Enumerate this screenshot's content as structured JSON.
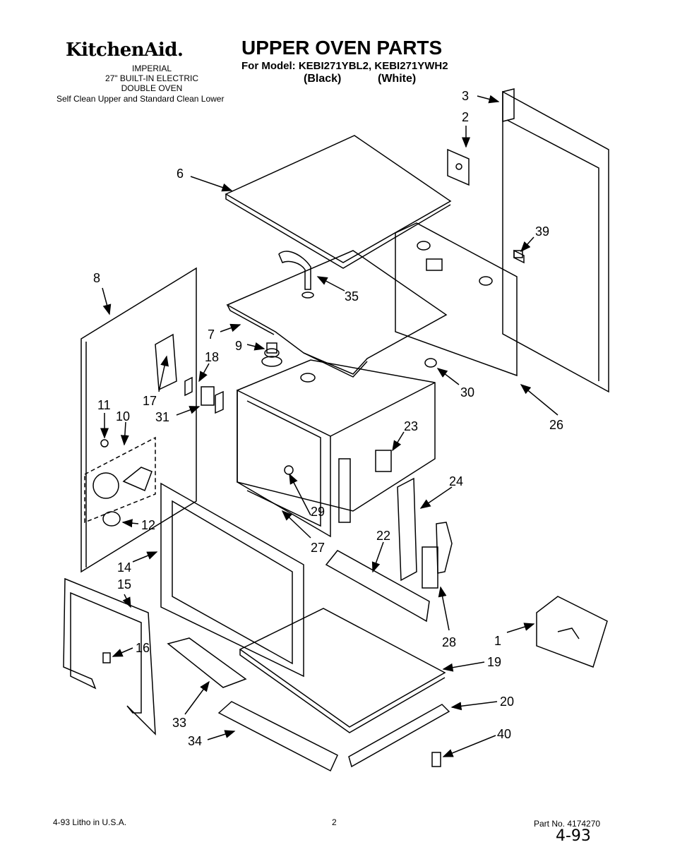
{
  "header": {
    "brand": "KitchenAid.",
    "title": "UPPER OVEN PARTS",
    "model_line": "For Model: KEBI271YBL2,  KEBI271YWH2",
    "model_black": "(Black)",
    "model_white": "(White)",
    "sub1": "IMPERIAL",
    "sub2": "27\" BUILT-IN ELECTRIC",
    "sub3": "DOUBLE OVEN",
    "sub4": "Self Clean Upper and Standard Clean Lower"
  },
  "callouts": [
    {
      "id": "c1",
      "label": "1"
    },
    {
      "id": "c2",
      "label": "2"
    },
    {
      "id": "c3",
      "label": "3"
    },
    {
      "id": "c6",
      "label": "6"
    },
    {
      "id": "c7",
      "label": "7"
    },
    {
      "id": "c8",
      "label": "8"
    },
    {
      "id": "c9",
      "label": "9"
    },
    {
      "id": "c10",
      "label": "10"
    },
    {
      "id": "c11",
      "label": "11"
    },
    {
      "id": "c12",
      "label": "12"
    },
    {
      "id": "c14",
      "label": "14"
    },
    {
      "id": "c15",
      "label": "15"
    },
    {
      "id": "c16",
      "label": "16"
    },
    {
      "id": "c17",
      "label": "17"
    },
    {
      "id": "c18",
      "label": "18"
    },
    {
      "id": "c19",
      "label": "19"
    },
    {
      "id": "c20",
      "label": "20"
    },
    {
      "id": "c22",
      "label": "22"
    },
    {
      "id": "c23",
      "label": "23"
    },
    {
      "id": "c24",
      "label": "24"
    },
    {
      "id": "c26",
      "label": "26"
    },
    {
      "id": "c27",
      "label": "27"
    },
    {
      "id": "c28",
      "label": "28"
    },
    {
      "id": "c29",
      "label": "29"
    },
    {
      "id": "c30",
      "label": "30"
    },
    {
      "id": "c31",
      "label": "31"
    },
    {
      "id": "c33",
      "label": "33"
    },
    {
      "id": "c34",
      "label": "34"
    },
    {
      "id": "c35",
      "label": "35"
    },
    {
      "id": "c39",
      "label": "39"
    },
    {
      "id": "c40",
      "label": "40"
    }
  ],
  "footer": {
    "left": "4-93  Litho in U.S.A.",
    "page": "2",
    "part": "Part No. 4174270",
    "handwritten": "4-93"
  }
}
